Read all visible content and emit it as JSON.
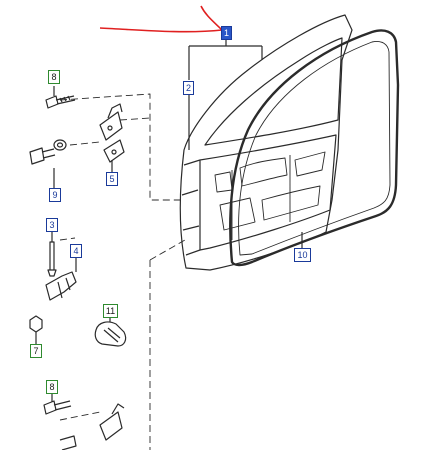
{
  "callouts": {
    "main": "1",
    "door_shell": "2",
    "check_strap_pin": "3",
    "check_strap": "4",
    "upper_hinge": "5",
    "check_strap_nut": "7",
    "hinge_bolt_top": "8",
    "hinge_bolt_bottom": "8",
    "hinge_washer_bolt": "9",
    "weatherstrip": "10",
    "pad": "11"
  },
  "colors": {
    "line": "#2b2b2b",
    "callout_blue": "#1a3a9a",
    "callout_green": "#2f8a2f",
    "annotation_red": "#e02020"
  }
}
